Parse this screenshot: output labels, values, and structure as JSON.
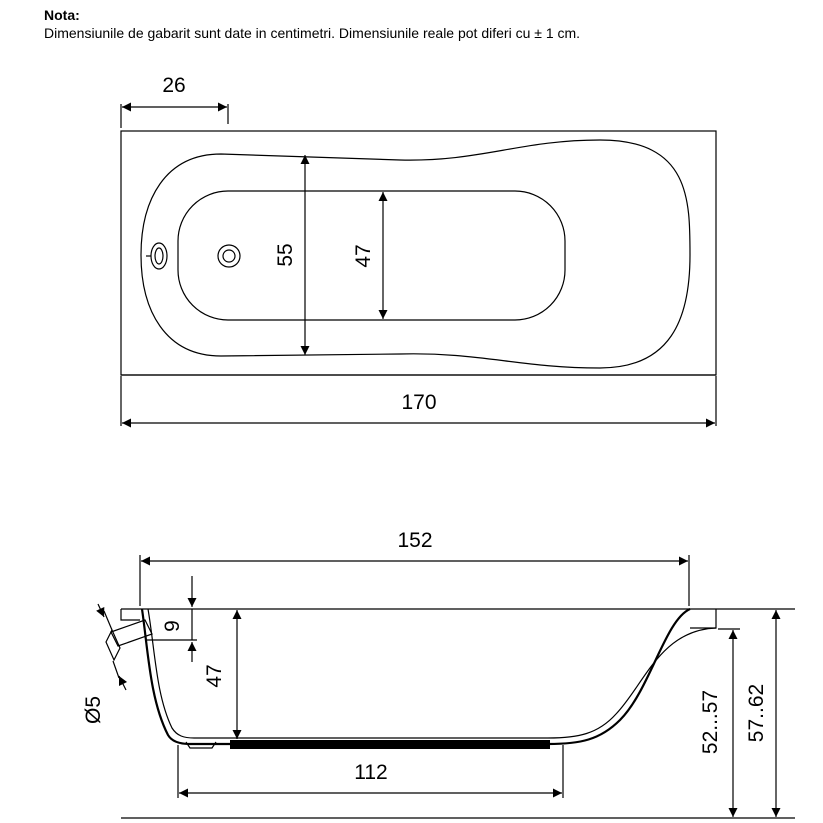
{
  "note": {
    "title": "Nota:",
    "text": "Dimensiunile de gabarit sunt date in centimetri. Dimensiunile reale pot diferi cu ± 1 cm."
  },
  "top_view": {
    "dim_width": "26",
    "dim_outer_width": "55",
    "dim_inner_width": "47",
    "dim_length": "170"
  },
  "side_view": {
    "dim_rim_length": "152",
    "dim_rim_height": "9",
    "dim_depth": "47",
    "dim_bottom_length": "112",
    "dim_overflow_diameter": "Ø5",
    "dim_height_inner": "52...57",
    "dim_height_total": "57..62"
  }
}
